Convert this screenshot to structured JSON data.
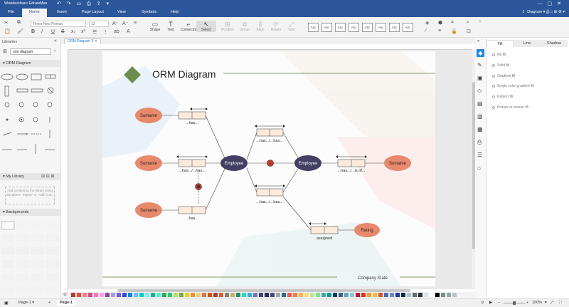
{
  "app": {
    "title": "Wondershare EdrawMax"
  },
  "window_controls": [
    "minimize",
    "maximize",
    "close"
  ],
  "menu": {
    "items": [
      "File",
      "Home",
      "Insert",
      "Page Layout",
      "View",
      "Symbols",
      "Help"
    ],
    "active": "Home",
    "diagram_label": "Diagram"
  },
  "ribbon": {
    "font_name": "Times New Roman",
    "font_size": "12",
    "tools": {
      "shape": "Shape",
      "text": "Text",
      "connector": "Connector",
      "select": "Select",
      "position": "Position",
      "group": "Group",
      "align": "Align",
      "rotate": "Rotate",
      "size": "Size"
    },
    "style_label": "Abc"
  },
  "libraries": {
    "title": "Libraries",
    "search_value": "orm diagram",
    "section_orm": "ORM Diagram",
    "section_mylib": "My Library",
    "mylib_message": "Add symbols to the library using the above \"Import\" or \"Add\" icon.",
    "section_backgrounds": "Backgrounds"
  },
  "document": {
    "tab_label": "ORM Diagram 3"
  },
  "diagram": {
    "title": "ORM Diagram",
    "footer_text": "Company /Date",
    "entity_sumame": "Sumame",
    "entity_employee": "Employee",
    "entity_rating": "Rating",
    "role_has": "...has...",
    "role_has_has": "...has.../...has...",
    "role_has_of": "...has.../...is of...",
    "role_assigned": "assigned",
    "colors": {
      "value_fill": "#e8896b",
      "entity_fill": "#433f63",
      "role_fill": "#fdeadd",
      "constraint": "#c0392b",
      "title_line": "#5a7a3a"
    }
  },
  "fill_panel": {
    "tabs": [
      "Fill",
      "Line",
      "Shadow"
    ],
    "options": [
      "No fill",
      "Solid fill",
      "Gradient fill",
      "Single color gradient fill",
      "Pattern fill",
      "Picture or texture fill"
    ]
  },
  "statusbar": {
    "page_selector": "Page-1",
    "page_tab": "Page-1",
    "zoom": "100%"
  },
  "palette_colors": [
    "#c0392b",
    "#e74c3c",
    "#ff7f7f",
    "#e84393",
    "#fd79a8",
    "#ff9ff3",
    "#8e44ad",
    "#a29bfe",
    "#6c5ce7",
    "#3742fa",
    "#0984e3",
    "#74b9ff",
    "#00cec9",
    "#81ecec",
    "#00b894",
    "#55efc4",
    "#27ae60",
    "#2ecc71",
    "#badc58",
    "#6ab04c",
    "#f9ca24",
    "#f0932b",
    "#fdcb6e",
    "#e17055",
    "#d35400",
    "#b33939",
    "#cd6133",
    "#84817a",
    "#ccae62",
    "#218c74",
    "#33d9b2",
    "#34ace0",
    "#706fd3",
    "#40407a",
    "#2c2c54",
    "#474787",
    "#aaa69d",
    "#227093",
    "#ff5252",
    "#ff793f",
    "#ffb142",
    "#ffda79",
    "#b8e994",
    "#78e08f",
    "#38ada9",
    "#079992",
    "#0a3d62",
    "#3c6382",
    "#60a3bc",
    "#82ccdd",
    "#b71540",
    "#eb2f06",
    "#fa983a",
    "#f6b93b",
    "#e55039",
    "#4a69bd",
    "#6a89cc",
    "#1e3799",
    "#0c2461",
    "#b2bec3",
    "#636e72",
    "#2d3436",
    "#dfe6e9",
    "#ffffff",
    "#000000",
    "#7f8c8d",
    "#95a5a6",
    "#bdc3c7"
  ]
}
